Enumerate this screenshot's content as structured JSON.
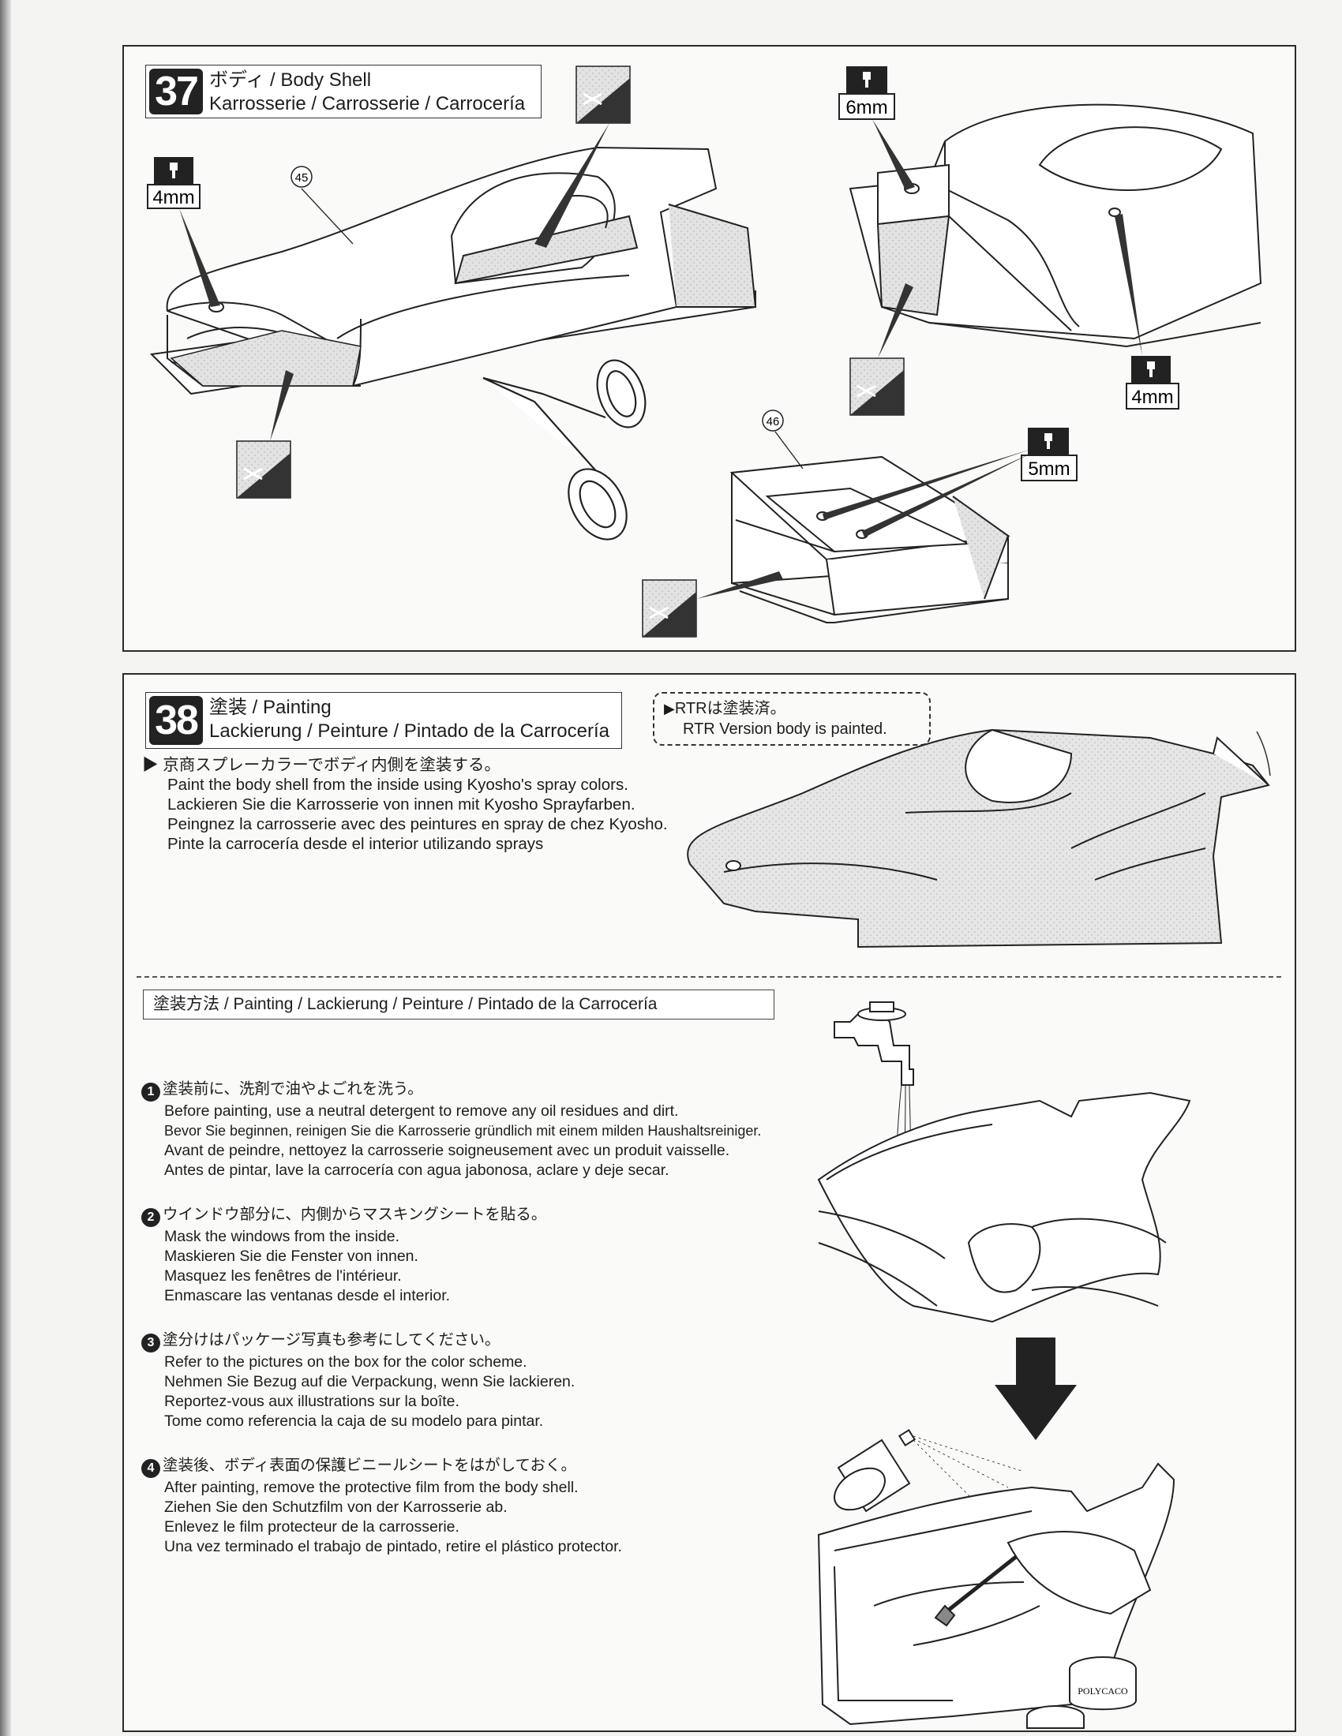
{
  "step37": {
    "number": "37",
    "title_line1": "ボディ / Body Shell",
    "title_line2": "Karrosserie / Carrosserie / Carrocería",
    "part_45": "45",
    "part_46": "46",
    "hole_4mm_a": "4mm",
    "hole_6mm": "6mm",
    "hole_4mm_b": "4mm",
    "hole_5mm": "5mm"
  },
  "step38": {
    "number": "38",
    "title_line1": "塗装 / Painting",
    "title_line2": "Lackierung / Peinture / Pintado de la Carrocería",
    "rtr_line1": "RTRは塗装済。",
    "rtr_line2": "RTR Version body is painted.",
    "instructions": [
      "京商スプレーカラーでボディ内側を塗装する。",
      "Paint the body shell from the inside using Kyosho's spray colors.",
      "Lackieren Sie die Karrosserie von innen mit Kyosho Sprayfarben.",
      "Peingnez la carrosserie avec des peintures en spray de chez Kyosho.",
      "Pinte la carrocería desde el interior utilizando sprays"
    ]
  },
  "painting": {
    "heading": "塗装方法 / Painting / Lackierung / Peinture / Pintado de la Carrocería",
    "paint_jar_label": "POLYCACO",
    "steps": [
      {
        "num": "1",
        "jp": "塗装前に、洗剤で油やよごれを洗う。",
        "en": "Before painting, use a neutral detergent to remove any oil residues and dirt.",
        "de": "Bevor Sie beginnen, reinigen Sie die Karrosserie gründlich mit einem milden Haushaltsreiniger.",
        "fr": "Avant de peindre, nettoyez la carrosserie soigneusement avec un produit vaisselle.",
        "es": "Antes de pintar, lave la carrocería con agua jabonosa, aclare y deje secar."
      },
      {
        "num": "2",
        "jp": "ウインドウ部分に、内側からマスキングシートを貼る。",
        "en": "Mask the windows from the inside.",
        "de": "Maskieren Sie die Fenster von innen.",
        "fr": "Masquez les fenêtres de l'intérieur.",
        "es": "Enmascare las ventanas desde el interior."
      },
      {
        "num": "3",
        "jp": "塗分けはパッケージ写真も参考にしてください。",
        "en": "Refer to the pictures on the box for the color scheme.",
        "de": "Nehmen Sie Bezug auf die Verpackung, wenn Sie lackieren.",
        "fr": "Reportez-vous aux illustrations sur la boîte.",
        "es": "Tome como referencia la caja de su modelo para pintar."
      },
      {
        "num": "4",
        "jp": "塗装後、ボディ表面の保護ビニールシートをはがしておく。",
        "en": "After painting, remove the protective film from the body shell.",
        "de": "Ziehen Sie den Schutzfilm von der Karrosserie ab.",
        "fr": "Enlevez le film protecteur de la carrosserie.",
        "es": "Una vez terminado el trabajo de pintado, retire el plástico protector."
      }
    ]
  }
}
